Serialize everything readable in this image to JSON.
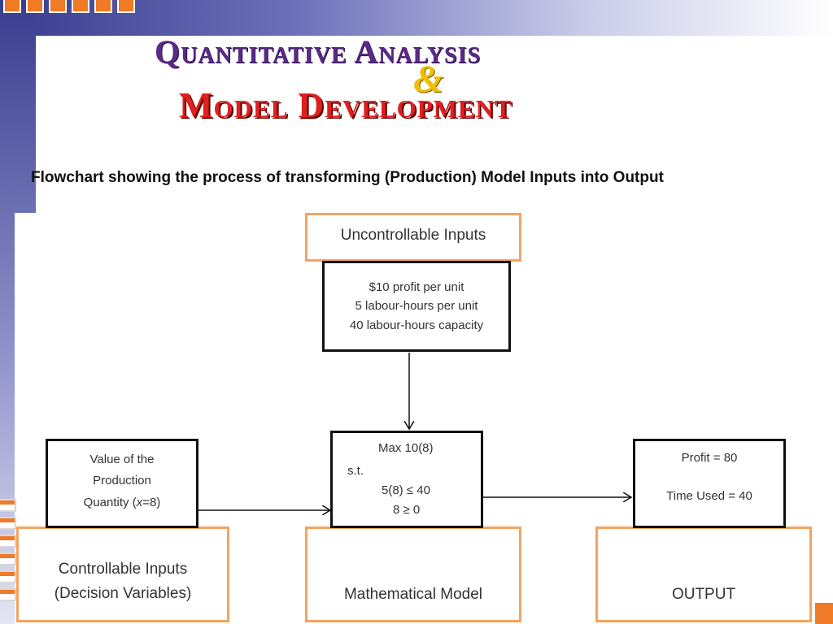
{
  "title": {
    "line1": "Quantitative Analysis",
    "ampersand": "&",
    "line2": "Model Development"
  },
  "subtitle": "Flowchart showing the process of transforming (Production) Model Inputs into Output",
  "diagram": {
    "uncontrollable_label": "Uncontrollable Inputs",
    "uncontrollable_values": [
      "$10 profit per unit",
      "5 labour-hours per unit",
      "40 labour-hours capacity"
    ],
    "controllable_value_lines": [
      "Value of the",
      "Production"
    ],
    "controllable_value_quantity_prefix": "Quantity (",
    "controllable_value_quantity_var": "x",
    "controllable_value_quantity_suffix": "=8)",
    "controllable_label_lines": [
      "Controllable Inputs",
      "(Decision Variables)"
    ],
    "model_lines": {
      "objective": "Max 10(8)",
      "st": "s.t.",
      "c1": "5(8) ≤ 40",
      "c2": "8 ≥ 0"
    },
    "model_label": "Mathematical Model",
    "output_lines": [
      "Profit = 80",
      "Time Used = 40"
    ],
    "output_label": "OUTPUT"
  },
  "colors": {
    "title_purple": "#5b2a87",
    "title_red": "#e02020",
    "ampersand_gold": "#f0c000",
    "box_orange": "#f4a460",
    "accent_orange": "#f07a25",
    "band_blue": "#3a3d8f"
  }
}
